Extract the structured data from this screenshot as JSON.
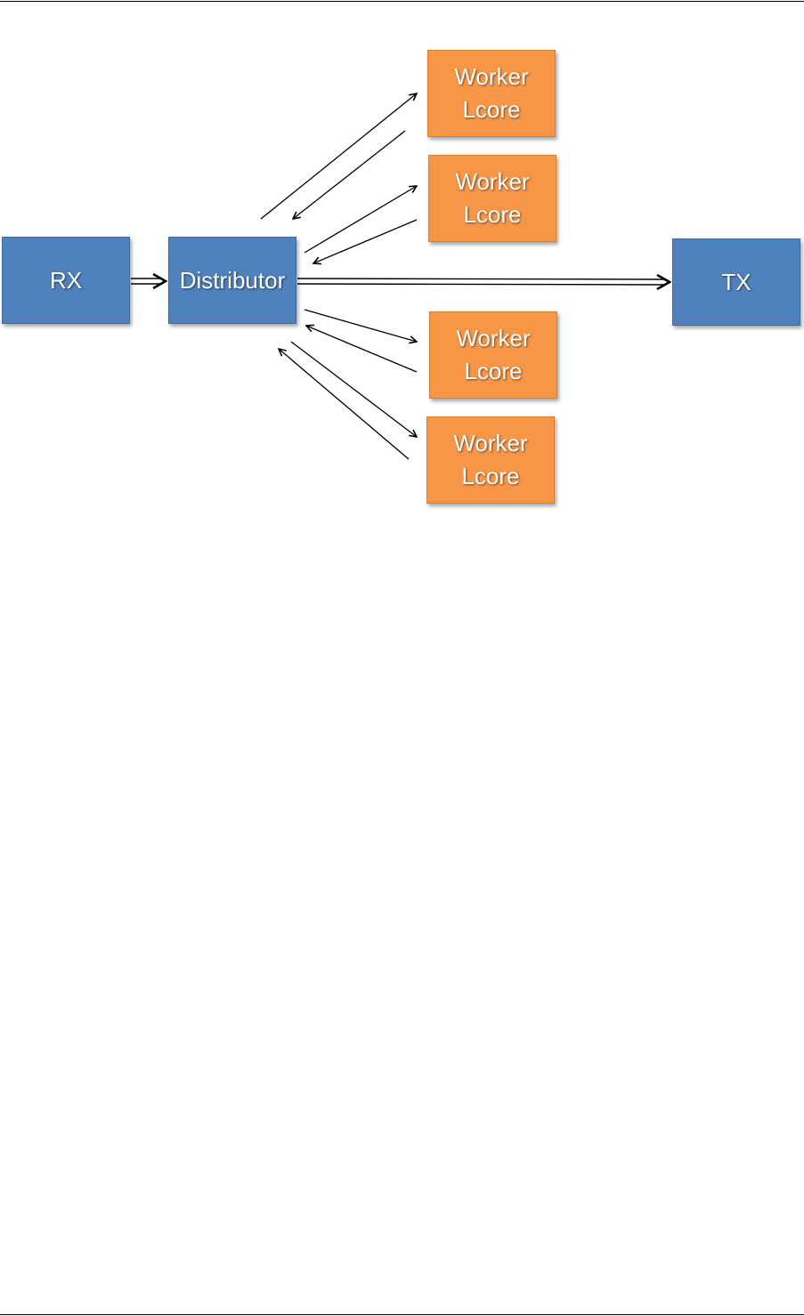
{
  "diagram": {
    "nodes": {
      "rx": {
        "label": "RX"
      },
      "distributor": {
        "label": "Distributor"
      },
      "tx": {
        "label": "TX"
      },
      "workers": [
        {
          "label": "Worker\nLcore"
        },
        {
          "label": "Worker\nLcore"
        },
        {
          "label": "Worker\nLcore"
        },
        {
          "label": "Worker\nLcore"
        }
      ]
    },
    "edges": [
      {
        "from": "rx",
        "to": "distributor",
        "style": "double"
      },
      {
        "from": "distributor",
        "to": "tx",
        "style": "double"
      },
      {
        "from": "distributor",
        "to": "worker-1"
      },
      {
        "from": "worker-1",
        "to": "distributor"
      },
      {
        "from": "distributor",
        "to": "worker-2"
      },
      {
        "from": "worker-2",
        "to": "distributor"
      },
      {
        "from": "distributor",
        "to": "worker-3"
      },
      {
        "from": "worker-3",
        "to": "distributor"
      },
      {
        "from": "distributor",
        "to": "worker-4"
      },
      {
        "from": "worker-4",
        "to": "distributor"
      }
    ],
    "colors": {
      "io_node": "#4f81bd",
      "worker_node": "#f79646",
      "text": "#ffffff",
      "arrow": "#000000"
    }
  }
}
